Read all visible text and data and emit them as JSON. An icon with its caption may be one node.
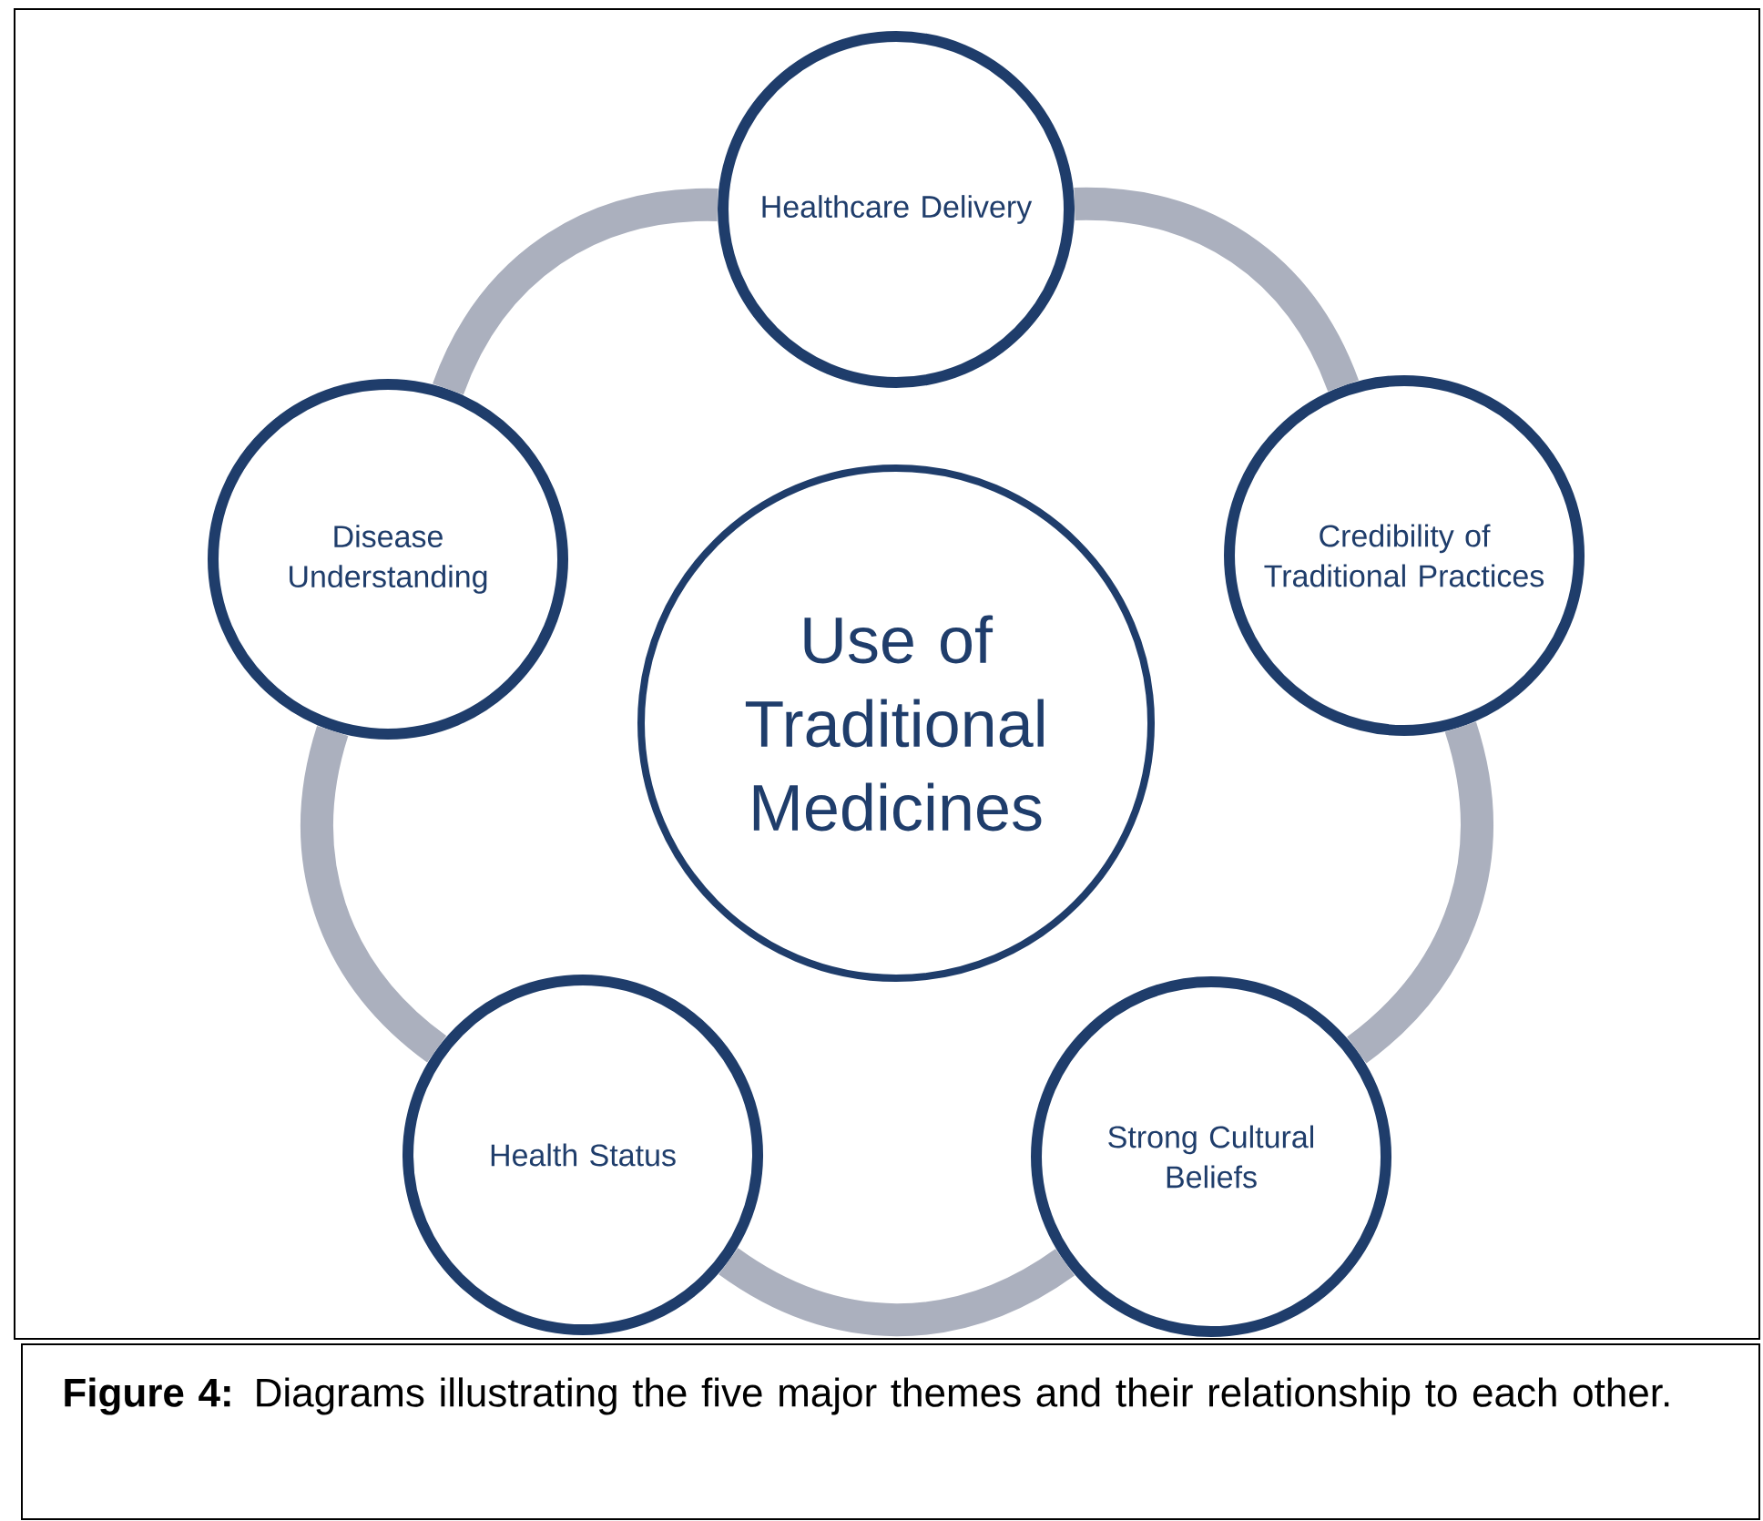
{
  "diagram": {
    "caption": "**Figure 4:** Diagrams illustrating the five major themes and their relationship to each other.",
    "nodes": [
      {
        "text": [
          "Use of Traditional Medicines"
        ]
      },
      {
        "text": [
          "Healthcare Delivery"
        ]
      },
      {
        "text": [
          "Credibility of Traditional Practices"
        ]
      },
      {
        "text": [
          "Strong Cultural Beliefs"
        ]
      },
      {
        "text": [
          "Health Status"
        ]
      },
      {
        "text": [
          "Disease Understanding"
        ]
      }
    ],
    "edges": [
      {
        "from": 1,
        "to": 2,
        "arrow": "none"
      },
      {
        "from": 2,
        "to": 3,
        "arrow": "none"
      },
      {
        "from": 3,
        "to": 4,
        "arrow": "none"
      },
      {
        "from": 4,
        "to": 5,
        "arrow": "none"
      },
      {
        "from": 5,
        "to": 1,
        "arrow": "none"
      }
    ]
  }
}
